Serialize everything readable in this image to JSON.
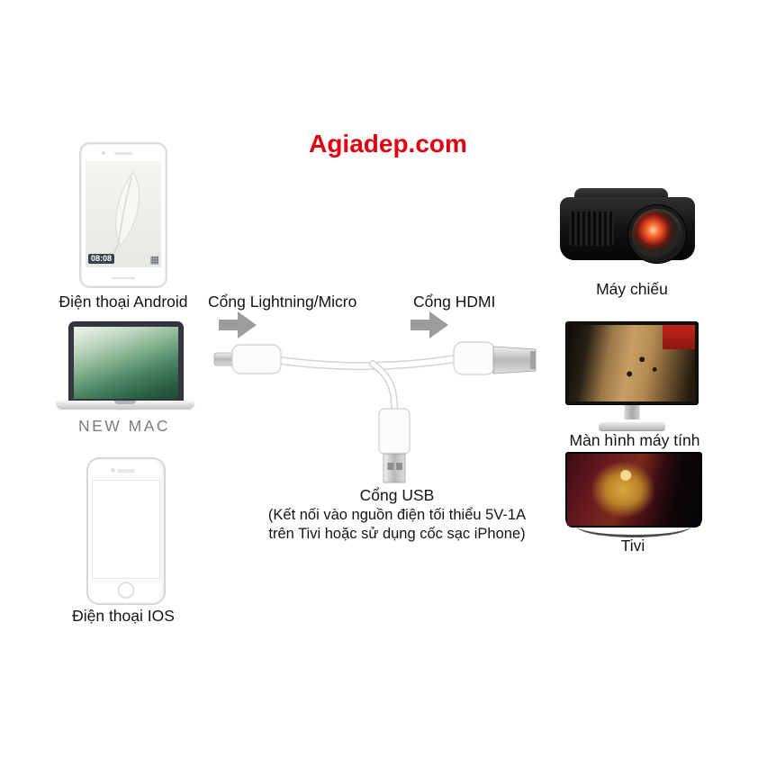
{
  "page": {
    "title": "Agiadep.com"
  },
  "devices": {
    "android": {
      "label": "Điện thoại Android",
      "screen_time": "08:08"
    },
    "mac": {
      "label": "NEW MAC"
    },
    "ios": {
      "label": "Điện thoại IOS"
    },
    "projector": {
      "label": "Máy chiếu"
    },
    "monitor": {
      "label": "Màn hình máy tính"
    },
    "tv": {
      "label": "Tivi"
    }
  },
  "connectors": {
    "lightning": {
      "label": "Cổng Lightning/Micro"
    },
    "hdmi": {
      "label": "Cổng HDMI"
    },
    "usb": {
      "label": "Cổng USB",
      "note_line1": "(Kết nối vào nguồn điện tối thiểu 5V-1A",
      "note_line2": "trên Tivi hoặc sử dụng cốc sạc iPhone)"
    }
  },
  "icons": {
    "app_grid": "▦"
  },
  "colors": {
    "title_red": "#e3000f",
    "arrow_gray": "#9c9c9c",
    "label_text": "#141414"
  }
}
